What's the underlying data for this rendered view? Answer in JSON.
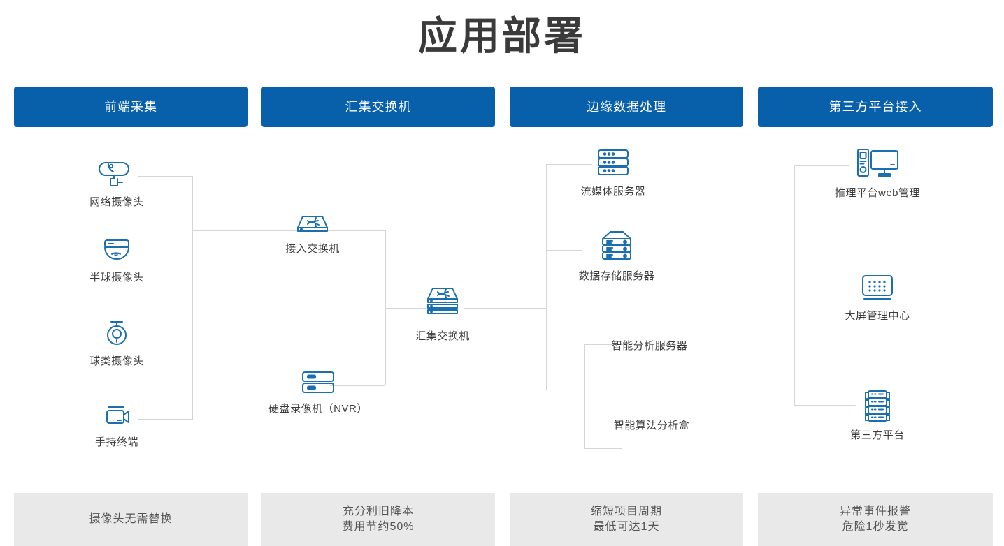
{
  "page": {
    "title": "应用部署",
    "accent_color": "#0860ab",
    "line_color": "#d6d6d6",
    "footer_bg": "#e9e9e9",
    "text_color": "#3c3c3c"
  },
  "columns": [
    {
      "id": "front-end-capture",
      "header": "前端采集",
      "footer_lines": [
        "摄像头无需替换"
      ],
      "nodes": [
        {
          "id": "ip-camera",
          "icon": "bullet-camera-icon",
          "label": "网络摄像头"
        },
        {
          "id": "dome-camera",
          "icon": "dome-camera-icon",
          "label": "半球摄像头"
        },
        {
          "id": "ptz-camera",
          "icon": "ptz-camera-icon",
          "label": "球类摄像头"
        },
        {
          "id": "handheld-device",
          "icon": "handheld-camera-icon",
          "label": "手持终端"
        }
      ]
    },
    {
      "id": "aggregation-switch",
      "header": "汇集交换机",
      "footer_lines": [
        "充分利旧降本",
        "费用节约50%"
      ],
      "nodes": [
        {
          "id": "access-switch",
          "icon": "network-switch-icon",
          "label": "接入交换机"
        },
        {
          "id": "nvr",
          "icon": "nvr-icon",
          "label": "硬盘录像机（NVR）"
        },
        {
          "id": "core-switch",
          "icon": "stacked-switch-icon",
          "label": "汇集交换机"
        }
      ]
    },
    {
      "id": "edge-data-processing",
      "header": "边缘数据处理",
      "footer_lines": [
        "缩短项目周期",
        "最低可达1天"
      ],
      "nodes": [
        {
          "id": "streaming-server",
          "icon": "rack-server-icon",
          "label": "流媒体服务器"
        },
        {
          "id": "storage-server",
          "icon": "storage-server-icon",
          "label": "数据存储服务器"
        },
        {
          "id": "ai-analysis-server",
          "icon": "rack-server-photo",
          "label": "智能分析服务器"
        },
        {
          "id": "ai-algorithm-box",
          "icon": "edge-box-photo",
          "label": "智能算法分析盒"
        }
      ]
    },
    {
      "id": "third-party-platform-access",
      "header": "第三方平台接入",
      "footer_lines": [
        "异常事件报警",
        "危险1秒发觉"
      ],
      "nodes": [
        {
          "id": "inference-web-admin",
          "icon": "desktop-pc-icon",
          "label": "推理平台web管理"
        },
        {
          "id": "video-wall-center",
          "icon": "video-wall-icon",
          "label": "大屏管理中心"
        },
        {
          "id": "third-party-platform",
          "icon": "server-rack-icon",
          "label": "第三方平台"
        }
      ]
    }
  ]
}
